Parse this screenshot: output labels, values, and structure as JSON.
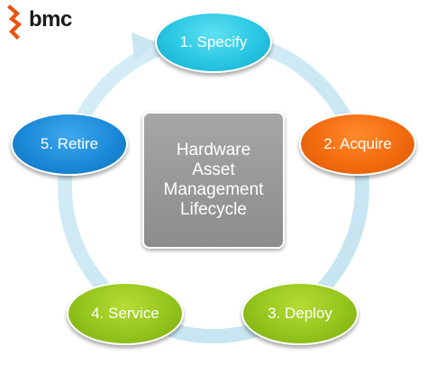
{
  "logo": {
    "name": "bmc",
    "color": "#e8540f",
    "icon": "bmc-logo-mark"
  },
  "center": {
    "lines": [
      "Hardware",
      "Asset",
      "Management",
      "Lifecycle"
    ]
  },
  "stages": [
    {
      "label": "1. Specify",
      "color": "#29c6e3"
    },
    {
      "label": "2. Acquire",
      "color": "#f26b0f"
    },
    {
      "label": "3. Deploy",
      "color": "#94c51c"
    },
    {
      "label": "4. Service",
      "color": "#94c51c"
    },
    {
      "label": "5. Retire",
      "color": "#1b8ad8"
    }
  ],
  "cycle_ring_color": "#cde9f4"
}
